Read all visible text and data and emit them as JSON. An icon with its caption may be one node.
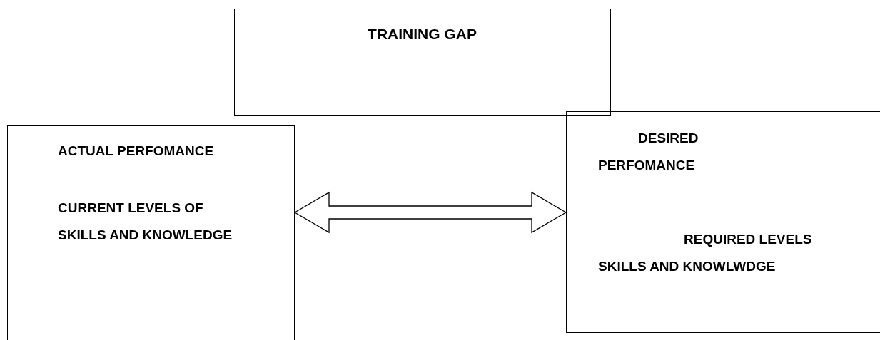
{
  "diagram": {
    "nodes": [
      {
        "text": [
          "TRAINING GAP"
        ]
      },
      {
        "text": [
          "ACTUAL PERFOMANCE",
          "CURRENT LEVELS OF SKILLS AND KNOWLEDGE"
        ]
      },
      {
        "text": [
          "DESIRED PERFOMANCE",
          "REQUIRED LEVELS SKILLS AND KNOWLWDGE"
        ]
      }
    ],
    "edges": [
      {
        "from": 1,
        "to": 2,
        "arrow": "both"
      }
    ]
  }
}
